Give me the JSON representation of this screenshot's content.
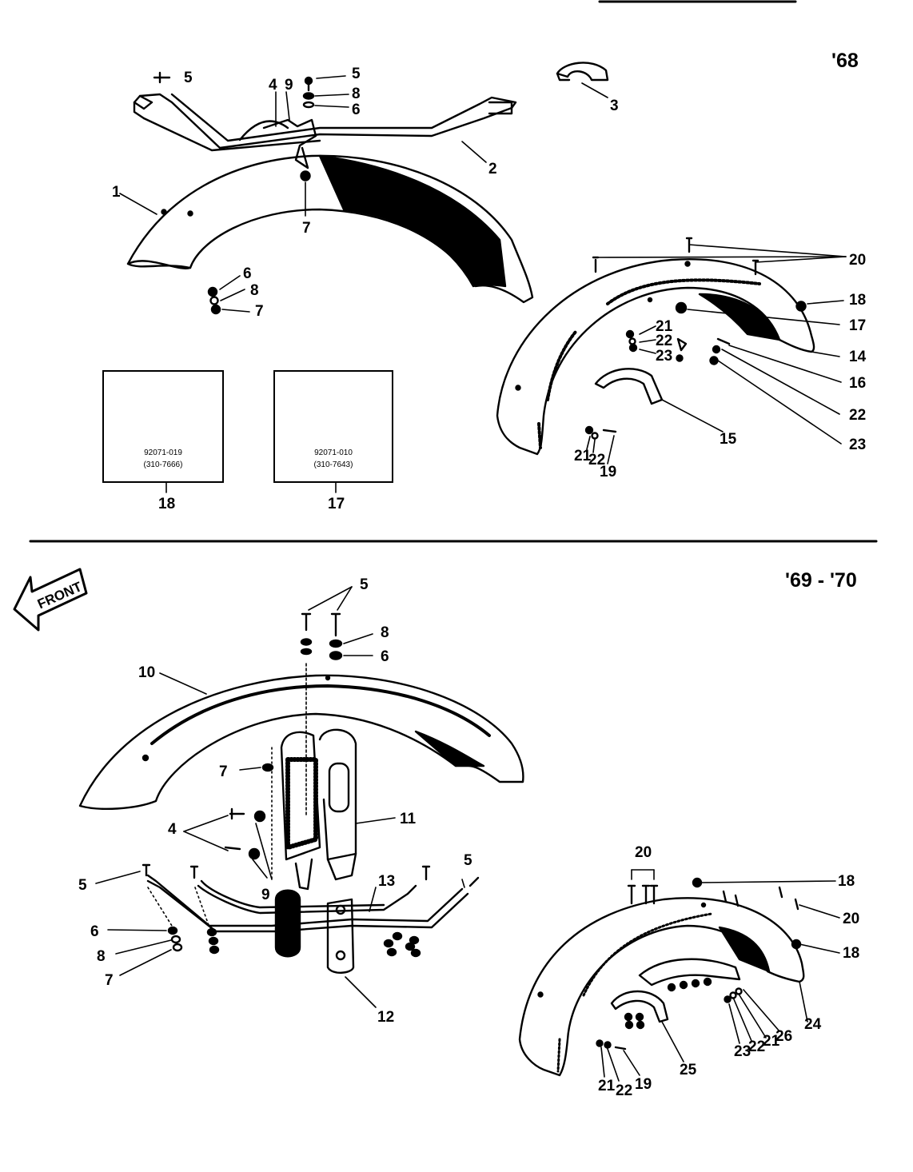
{
  "sections": {
    "top_year": "'68",
    "bottom_year": "'69 - '70"
  },
  "front_arrow": "FRONT",
  "grommet_details": [
    {
      "part_no": "92071-019",
      "alt_no": "(310-7666)",
      "callout": "18"
    },
    {
      "part_no": "92071-010",
      "alt_no": "(310-7643)",
      "callout": "17"
    }
  ],
  "callouts_top": {
    "c1": "1",
    "c2": "2",
    "c3": "3",
    "c4": "4",
    "c9": "9",
    "c5a": "5",
    "c5b": "5",
    "c8a": "8",
    "c6a": "6",
    "c7a": "7",
    "c6b": "6",
    "c8b": "8",
    "c7b": "7",
    "c20": "20",
    "c18": "18",
    "c17": "17",
    "c21": "21",
    "c22a": "22",
    "c23a": "23",
    "c14": "14",
    "c16": "16",
    "c22b": "22",
    "c23b": "23",
    "c15": "15",
    "c21b": "21",
    "c22c": "22",
    "c19": "19"
  },
  "callouts_bottom": {
    "c5a": "5",
    "c8a": "8",
    "c6a": "6",
    "c10": "10",
    "c7a": "7",
    "c11": "11",
    "c4": "4",
    "c9": "9",
    "c5b": "5",
    "c13": "13",
    "c5c": "5",
    "c6b": "6",
    "c8b": "8",
    "c7b": "7",
    "c12": "12",
    "c20a": "20",
    "c18a": "18",
    "c20b": "20",
    "c18b": "18",
    "c24": "24",
    "c23": "23",
    "c22a": "22",
    "c21a": "21",
    "c26": "26",
    "c25": "25",
    "c21b": "21",
    "c22b": "22",
    "c19": "19"
  }
}
